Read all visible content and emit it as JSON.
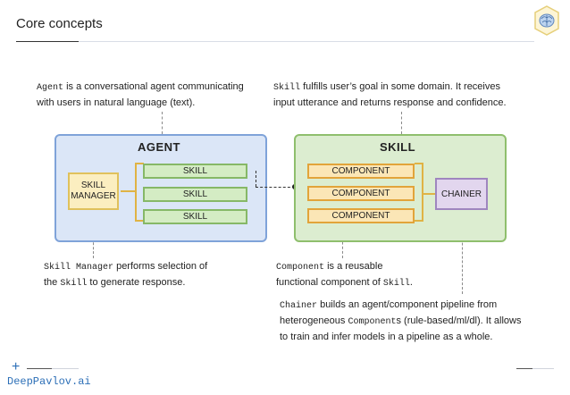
{
  "slide": {
    "title": "Core concepts",
    "brand": "DeepPavlov.ai",
    "plus": "+"
  },
  "diagram": {
    "agent_panel": {
      "label": "AGENT",
      "manager_line1": "SKILL",
      "manager_line2": "MANAGER",
      "skills": [
        "SKILL",
        "SKILL",
        "SKILL"
      ]
    },
    "skill_panel": {
      "label": "SKILL",
      "components": [
        "COMPONENT",
        "COMPONENT",
        "COMPONENT"
      ],
      "chainer": "CHAINER"
    }
  },
  "notes": {
    "agent": {
      "code": "Agent",
      "line1_rest": " is a conversational agent communicating",
      "line2": "with users in natural language (text)."
    },
    "skill": {
      "code": "Skill",
      "line1_rest": " fulfills user’s goal in some domain. It receives",
      "line2": "input utterance and returns response and confidence."
    },
    "skill_manager": {
      "code": "Skill Manager",
      "line1_rest": " performs selection of",
      "line2_pre": "the ",
      "line2_code": "Skill",
      "line2_rest": " to generate response."
    },
    "component": {
      "code": "Component",
      "line1_rest": " is a reusable",
      "line2_pre": "functional component of ",
      "line2_code": "Skill",
      "line2_rest": "."
    },
    "chainer": {
      "code": "Chainer",
      "line1_rest": " builds an agent/component pipeline from",
      "line2_pre": "heterogeneous ",
      "line2_code": "Component",
      "line2_rest": "s (rule-based/ml/dl). It allows",
      "line3": "to train and infer models in a pipeline as a whole."
    }
  },
  "colors": {
    "agent_fill": "#dbe6f7",
    "skill_fill": "#dcedd0",
    "manager_fill": "#fbeec0",
    "component_fill": "#fbe6b6",
    "chainer_fill": "#e2d6ee",
    "brand": "#2c6fb7"
  }
}
